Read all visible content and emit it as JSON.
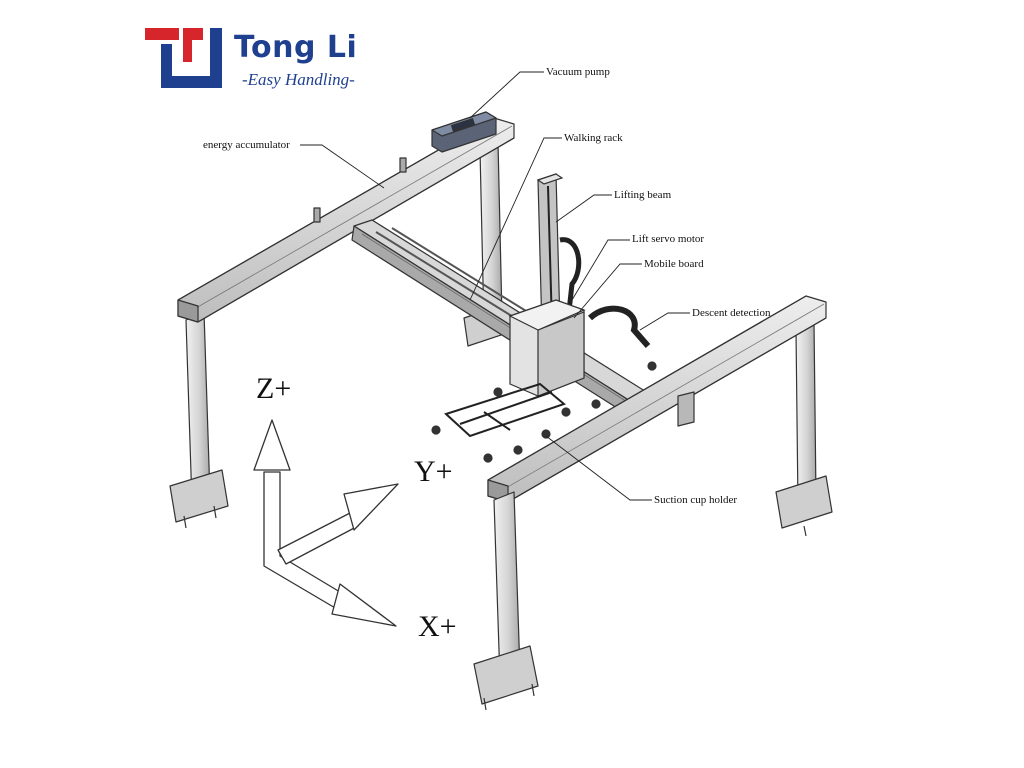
{
  "brand": {
    "name": "Tong Li",
    "tagline": "-Easy Handling-",
    "colors": {
      "red": "#d7262b",
      "blue": "#1f3f8f"
    }
  },
  "callouts": {
    "vacuum_pump": "Vacuum pump",
    "energy_accumulator": "energy accumulator",
    "walking_rack": "Walking rack",
    "lifting_beam": "Lifting beam",
    "lift_servo_motor": "Lift servo motor",
    "mobile_board": "Mobile board",
    "descent_detection": "Descent detection",
    "suction_cup_holder": "Suction cup holder"
  },
  "axes": {
    "z": "Z+",
    "y": "Y+",
    "x": "X+"
  }
}
